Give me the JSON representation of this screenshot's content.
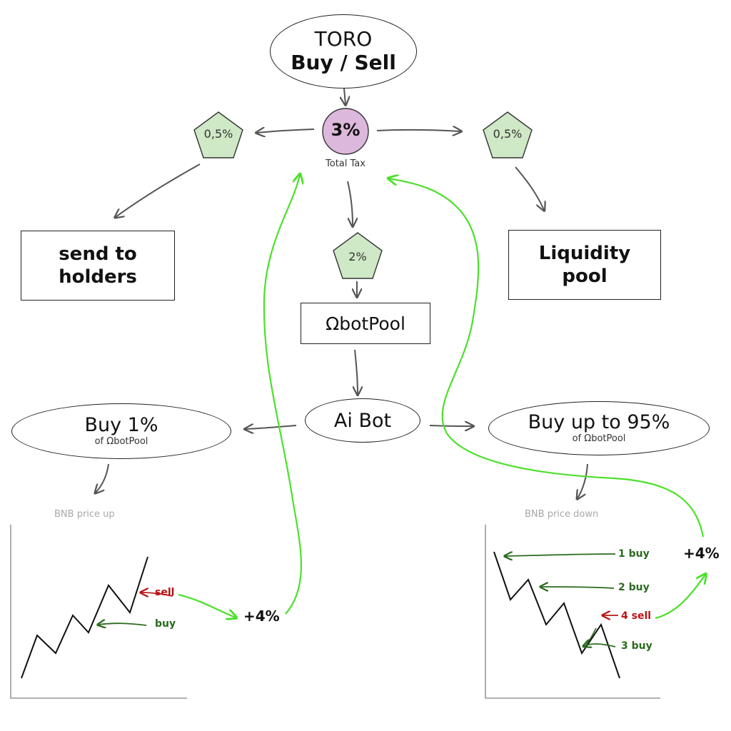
{
  "toro": {
    "title": "TORO",
    "subtitle": "Buy / Sell"
  },
  "tax": {
    "value": "3%",
    "label": "Total Tax"
  },
  "pentagons": {
    "left": "0,5%",
    "right": "0,5%",
    "center": "2%"
  },
  "boxes": {
    "holders": "send to holders",
    "liquidity": "Liquidity pool",
    "botpool": "ΩbotPool"
  },
  "aibot": "Ai Bot",
  "buy_left": {
    "title": "Buy 1%",
    "sub": "of ΩbotPool"
  },
  "buy_right": {
    "title": "Buy up to 95%",
    "sub": "of ΩbotPool"
  },
  "left_chart": {
    "title": "BNB price up",
    "sell_label": "sell",
    "buy_label": "buy",
    "profit": "+4%"
  },
  "right_chart": {
    "title": "BNB price down",
    "buy1": "1 buy",
    "buy2": "2 buy",
    "sell4": "4 sell",
    "buy3": "3 buy",
    "profit": "+4%"
  },
  "colors": {
    "pentagon": "#cfe8c6",
    "circle": "#dcb8dc",
    "bright_green": "#4be12a",
    "dark_green": "#2a6b1e",
    "red": "#b81414",
    "arrow": "#555555"
  }
}
